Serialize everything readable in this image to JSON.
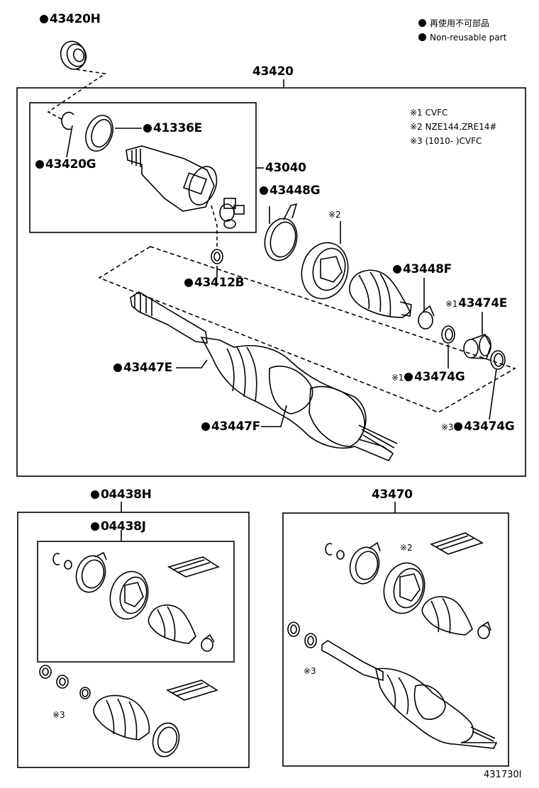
{
  "legend": {
    "ja": "再使用不可部品",
    "en": "Non-reusable part"
  },
  "notes": [
    "※1 CVFC",
    "※2 NZE144,ZRE14#",
    "※3 (1010-      )CVFC"
  ],
  "parts": {
    "p43420H": "43420H",
    "p43420": "43420",
    "p41336E": "41336E",
    "p43420G": "43420G",
    "p43040": "43040",
    "p43448G": "43448G",
    "p43412B": "43412B",
    "p43448F": "43448F",
    "p43474E": "43474E",
    "p43474G_1": "43474G",
    "p43474G_3": "43474G",
    "p43447E": "43447E",
    "p43447F": "43447F",
    "p04438H": "04438H",
    "p04438J": "04438J",
    "p43470": "43470"
  },
  "marks": {
    "m1": "※1",
    "m2": "※2",
    "m3": "※3"
  },
  "figure_id": "431730I"
}
